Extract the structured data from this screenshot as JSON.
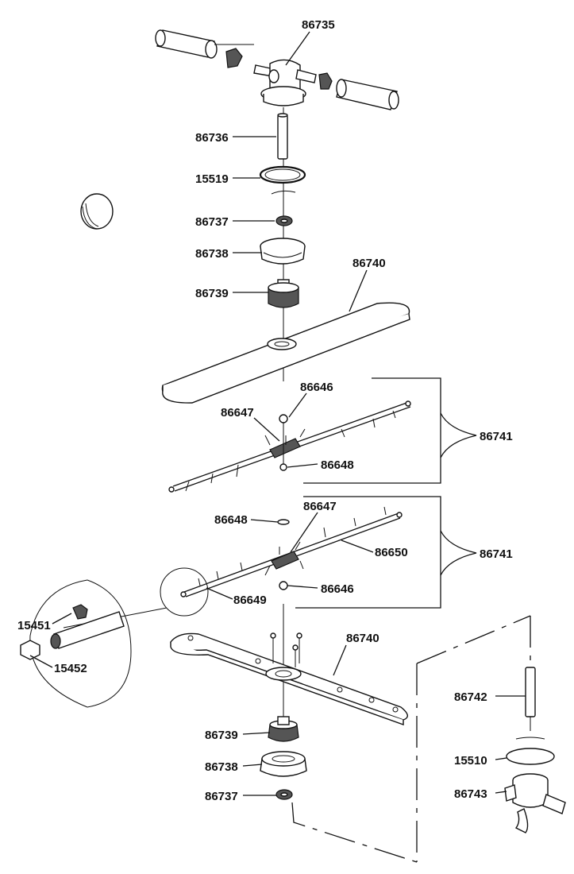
{
  "parts": {
    "p86735": "86735",
    "p86736": "86736",
    "p15519": "15519",
    "p86737a": "86737",
    "p86738a": "86738",
    "p86739a": "86739",
    "p86740a": "86740",
    "p86646a": "86646",
    "p86647a": "86647",
    "p86648a": "86648",
    "p86741a": "86741",
    "p86648b": "86648",
    "p86647b": "86647",
    "p86650": "86650",
    "p86741b": "86741",
    "p86646b": "86646",
    "p86649": "86649",
    "p15451": "15451",
    "p15452": "15452",
    "p86740b": "86740",
    "p86742": "86742",
    "p86739b": "86739",
    "p15510": "15510",
    "p86738b": "86738",
    "p86743": "86743",
    "p86737b": "86737"
  }
}
